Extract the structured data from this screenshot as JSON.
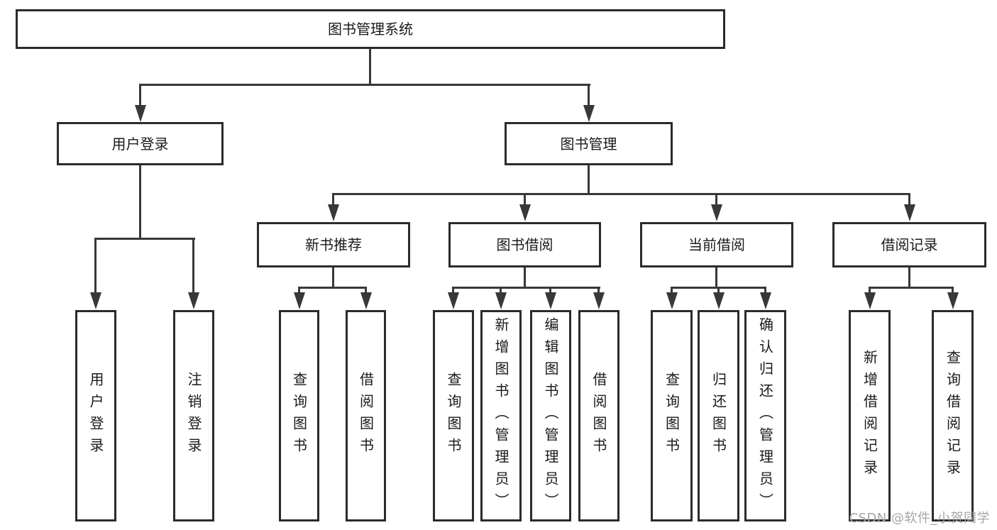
{
  "diagram_title": "图书管理系统",
  "nodes": {
    "root": "图书管理系统",
    "user_login": {
      "label": "用户登录",
      "children": [
        "用户登录",
        "注销登录"
      ]
    },
    "book_mgmt": {
      "label": "图书管理",
      "children": [
        {
          "label": "新书推荐",
          "children": [
            "查询图书",
            "借阅图书"
          ]
        },
        {
          "label": "图书借阅",
          "children": [
            "查询图书",
            "新增图书（管理员）",
            "编辑图书（管理员）",
            "借阅图书"
          ]
        },
        {
          "label": "当前借阅",
          "children": [
            "查询图书",
            "归还图书",
            "确认归还（管理员）"
          ]
        },
        {
          "label": "借阅记录",
          "children": [
            "新增借阅记录",
            "查询借阅记录"
          ]
        }
      ]
    }
  },
  "watermark": "CSDN @软件_小贺同学",
  "colors": {
    "line": "#383838",
    "box_border": "#2b2b2b",
    "text": "#1a1a1a",
    "watermark": "#a6a6a6",
    "background": "#ffffff"
  }
}
